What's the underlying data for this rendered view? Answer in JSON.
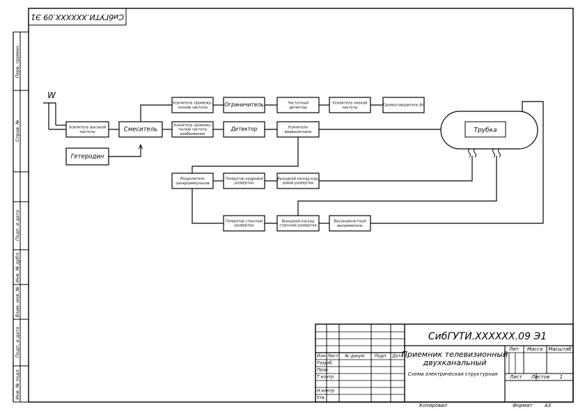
{
  "sheet": {
    "top_stamp": "СибГУТИ.XXXXXX.09 Э1",
    "side_labels": [
      "Перв. примен.",
      "Справ. №",
      "Подп. и дата",
      "Инв. № дубл.",
      "Взам. инв. №",
      "Подп. и дата",
      "Инв. № подл."
    ]
  },
  "diagram": {
    "antenna": "W",
    "blocks": {
      "hf_amp": [
        "Усилитель высокой",
        "частоты"
      ],
      "mixer": [
        "Смеситель"
      ],
      "heterodyne": [
        "Гетеродин"
      ],
      "if_sound": [
        "Усилитель промежу-",
        "точной частоты"
      ],
      "if_video": [
        "Усилитель промежу-",
        "точной частоты",
        "изображения"
      ],
      "limiter": [
        "Ограничитель"
      ],
      "freq_det": [
        "Частотный",
        "детектор"
      ],
      "lf_amp": [
        "Усилитель низкой",
        "частоты"
      ],
      "speaker": [
        "Громкоговоритель Вл"
      ],
      "detector": [
        "Детектор"
      ],
      "video_amp": [
        "Усилитель",
        "видеосигнала"
      ],
      "crt": [
        "Трубка"
      ],
      "sync_sep": [
        "Разделитель",
        "синхроимпульсов"
      ],
      "frame_gen": [
        "Генератор кадровой",
        "развертки"
      ],
      "frame_out": [
        "Выходной каскад кад-",
        "ровой развертки"
      ],
      "line_gen": [
        "Генератор строчной",
        "развертки"
      ],
      "line_out": [
        "Выходной каскад",
        "строчной развертки"
      ],
      "hv_rect": [
        "Высоковольтный",
        "выпрямитель"
      ]
    }
  },
  "title_block": {
    "designation": "СибГУТИ.XXXXXX.09 Э1",
    "name_lines": [
      "Приемник телевизионный",
      "двухканальный"
    ],
    "doc_type": "Схема электрическая структурная",
    "headers": {
      "izm": "Изм",
      "list": "Лист",
      "doc_no": "№ докум.",
      "sign": "Подп.",
      "date": "Дата"
    },
    "roles": [
      "Разраб.",
      "Пров.",
      "Т.контр.",
      "Н.контр.",
      "Утв."
    ],
    "lit": "Лит",
    "mass": "Масса",
    "scale": "Масштаб",
    "sheet_label": "Лист",
    "sheets_label": "Листов",
    "sheets_value": "1",
    "copied": "Копировал",
    "format_label": "Формат",
    "format_value": "А3"
  }
}
